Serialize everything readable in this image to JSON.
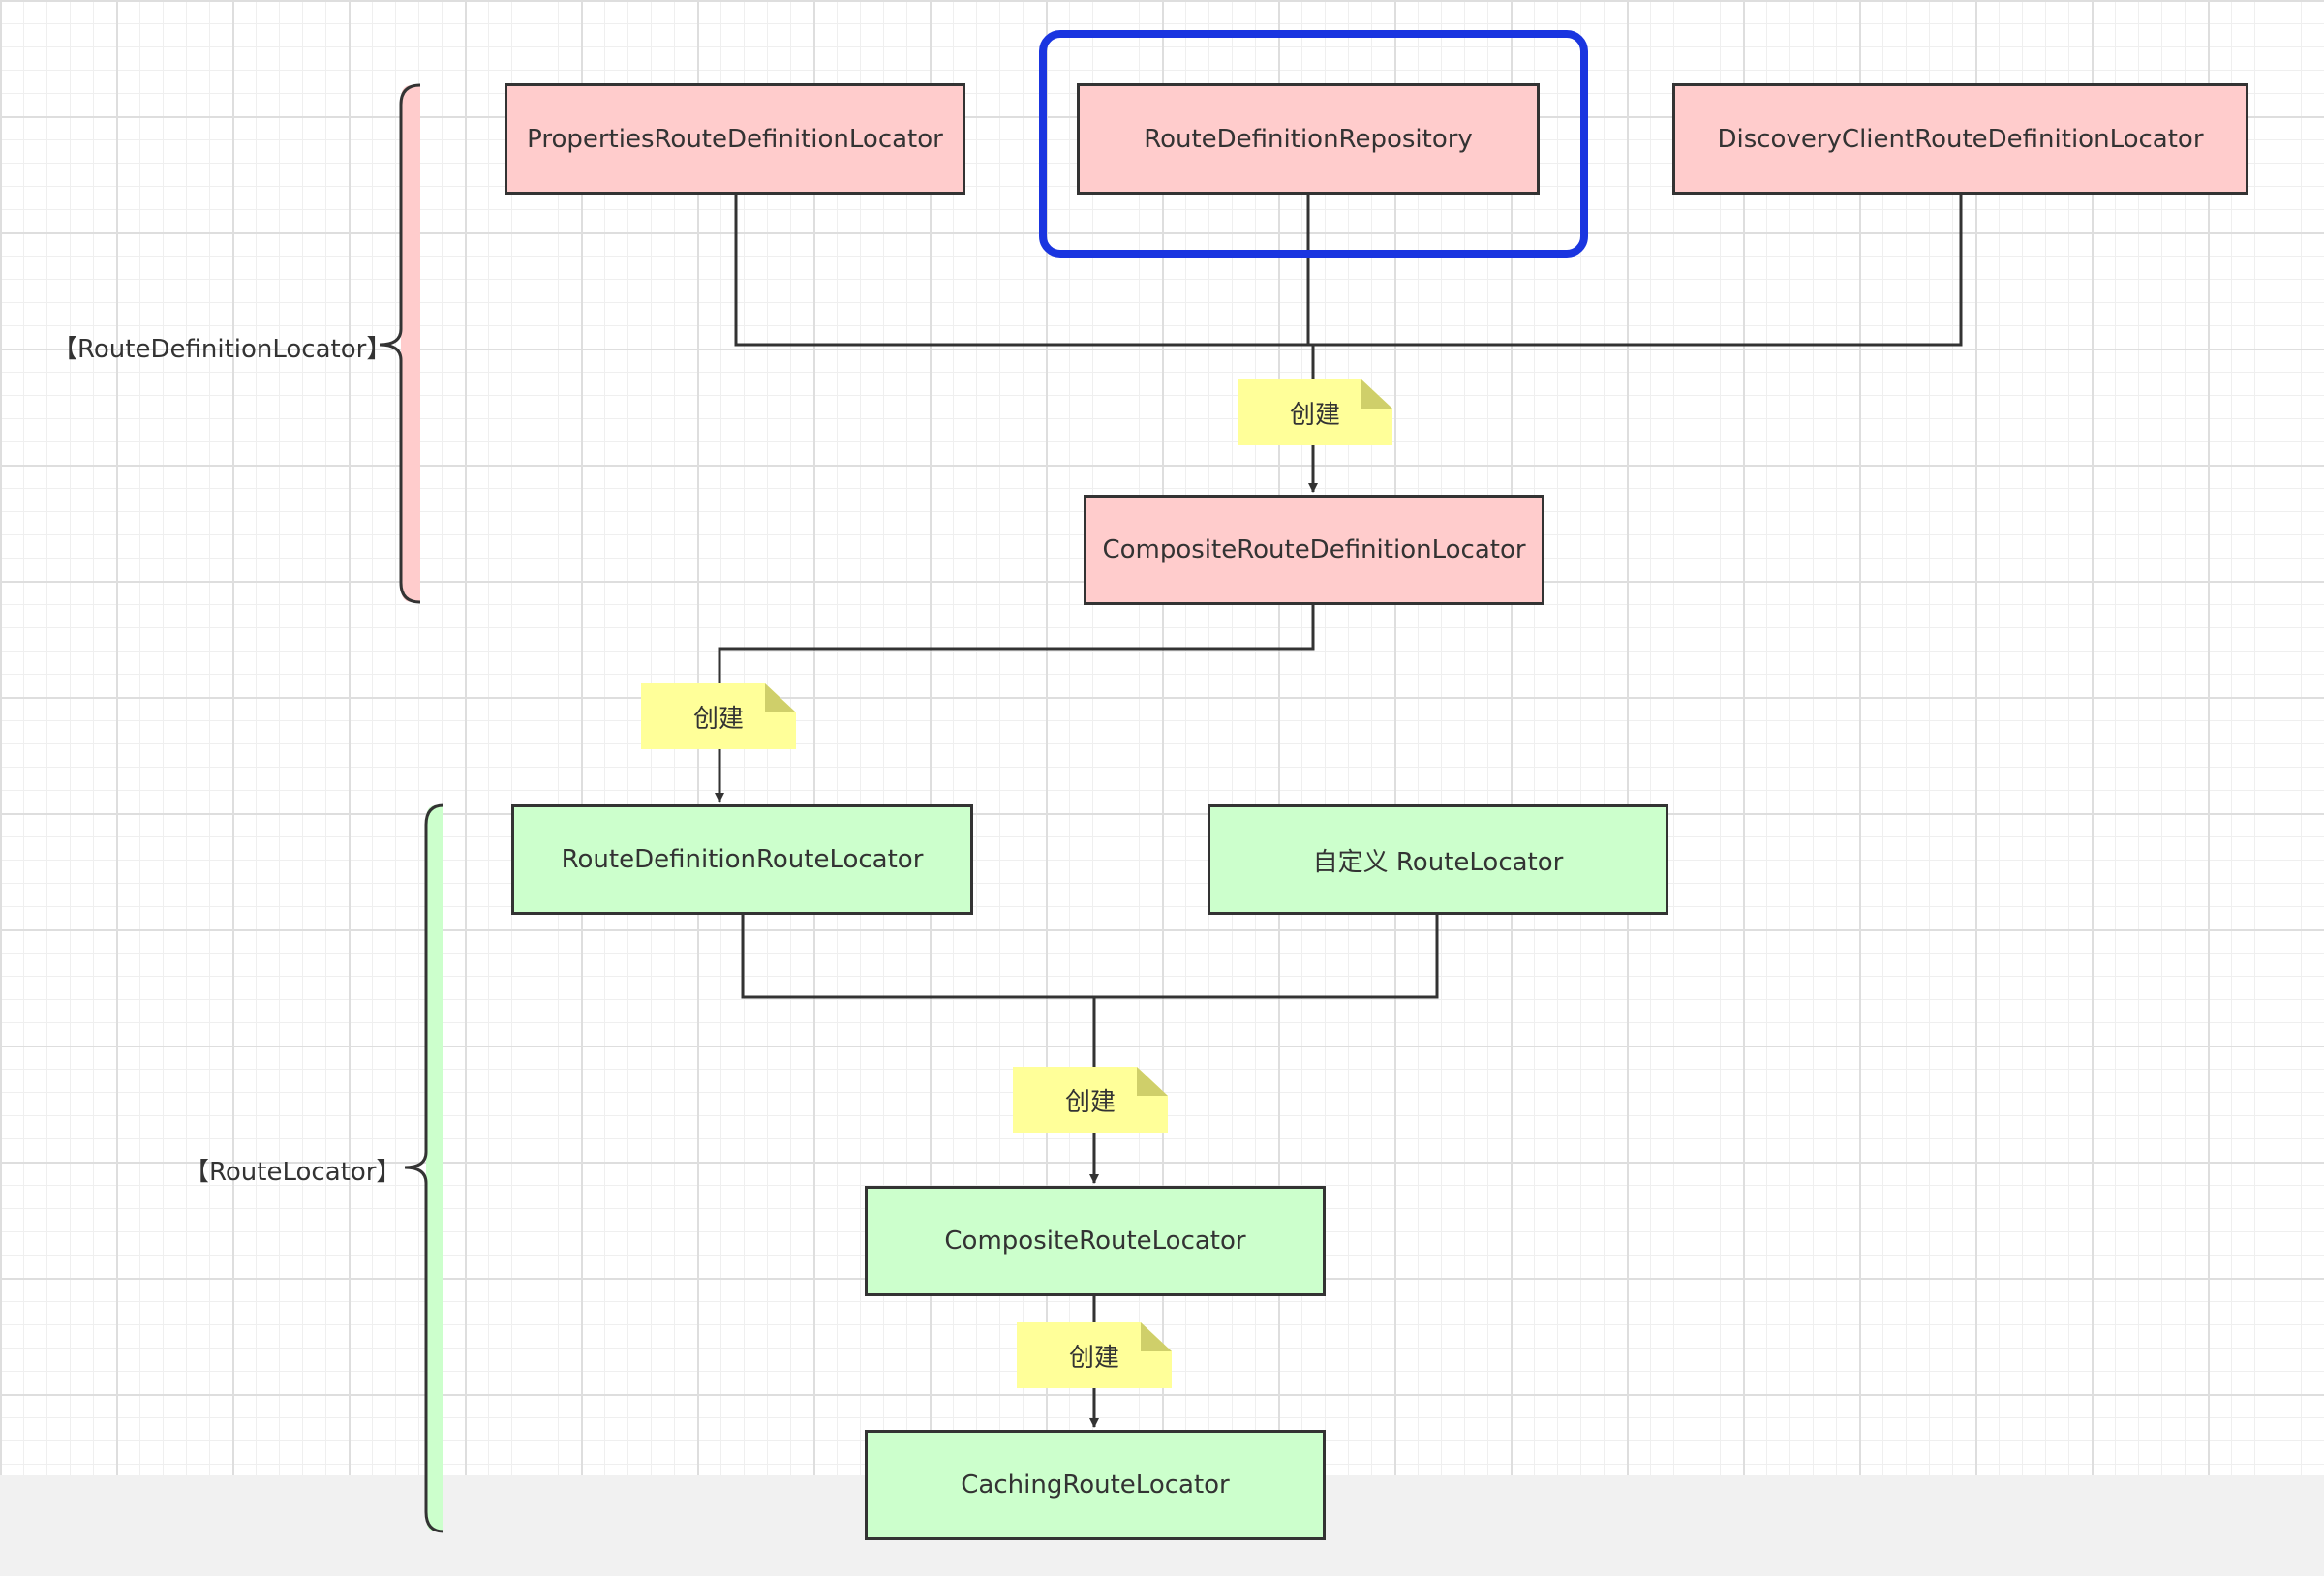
{
  "groups": {
    "route_definition_locator": {
      "label": "【RouteDefinitionLocator】",
      "color": "#ffcccc"
    },
    "route_locator": {
      "label": "【RouteLocator】",
      "color": "#ccffcc"
    }
  },
  "nodes": {
    "properties": "PropertiesRouteDefinitionLocator",
    "repository": "RouteDefinitionRepository",
    "discovery": "DiscoveryClientRouteDefinitionLocator",
    "composite_definition": "CompositeRouteDefinitionLocator",
    "definition_route_locator": "RouteDefinitionRouteLocator",
    "custom": "自定义 RouteLocator",
    "composite_route_locator": "CompositeRouteLocator",
    "caching": "CachingRouteLocator"
  },
  "notes": {
    "create_1": "创建",
    "create_2": "创建",
    "create_3": "创建",
    "create_4": "创建"
  },
  "colors": {
    "pink": "#ffcccc",
    "green": "#ccffcc",
    "note": "#ffff99",
    "highlight": "#1a35e0",
    "line": "#333333"
  }
}
